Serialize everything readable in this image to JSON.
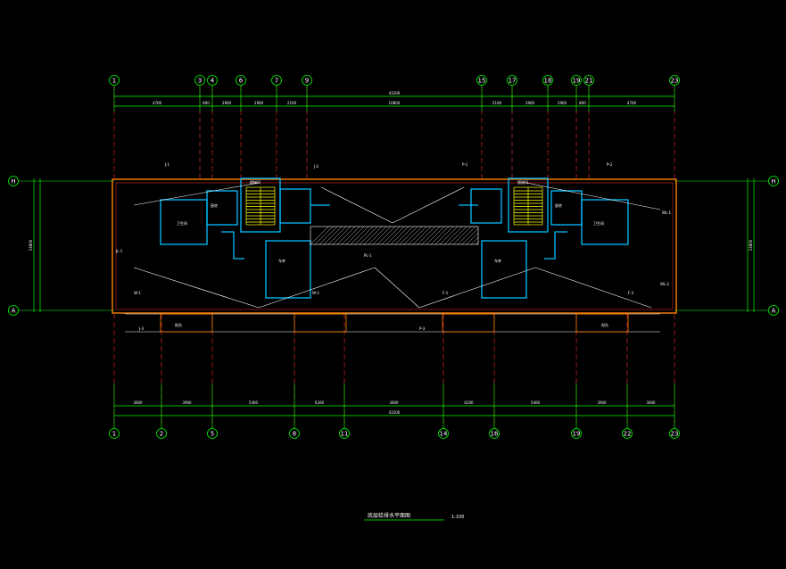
{
  "drawing": {
    "title": "底层给排水平面图",
    "scale": "1:100",
    "colors": {
      "background": "#000000",
      "axis": "#00ff00",
      "wall": "#00bfff",
      "outer_wall": "#ff8000",
      "pipe": "#ffffff",
      "stair": "#ffff00",
      "hatch": "#ffffff",
      "accent": "#ff00ff"
    }
  },
  "grid": {
    "top_axes": [
      "1",
      "3",
      "4",
      "6",
      "7",
      "9",
      "15",
      "17",
      "18",
      "19",
      "21",
      "23"
    ],
    "bottom_axes": [
      "1",
      "2",
      "5",
      "8",
      "11",
      "14",
      "16",
      "19",
      "22",
      "23"
    ],
    "side_axes": [
      "H",
      "A"
    ],
    "top_total_dim": "43200",
    "bottom_total_dim": "43200",
    "side_total_dim": "13800",
    "top_dims": [
      "4700",
      "800",
      "2900",
      "2900",
      "2100",
      "10800",
      "2100",
      "2900",
      "2900",
      "800",
      "4700"
    ],
    "bottom_dims": [
      "3600",
      "3900",
      "5400",
      "6200",
      "3600",
      "6200",
      "5400",
      "3900",
      "3600"
    ]
  },
  "rooms": [
    {
      "label": "卫生间"
    },
    {
      "label": "厨房"
    },
    {
      "label": "卫生间"
    },
    {
      "label": "厨房"
    },
    {
      "label": "车库"
    },
    {
      "label": "楼梯间"
    },
    {
      "label": "楼梯间"
    },
    {
      "label": "车库"
    },
    {
      "label": "阳台"
    },
    {
      "label": "阳台"
    }
  ],
  "pipe_labels": [
    "J-1",
    "J-2",
    "P-1",
    "P-2",
    "W-1",
    "W-2",
    "F-1",
    "F-2",
    "JL-1",
    "PL-1",
    "WL-1",
    "WL-2",
    "J-3",
    "P-3"
  ]
}
